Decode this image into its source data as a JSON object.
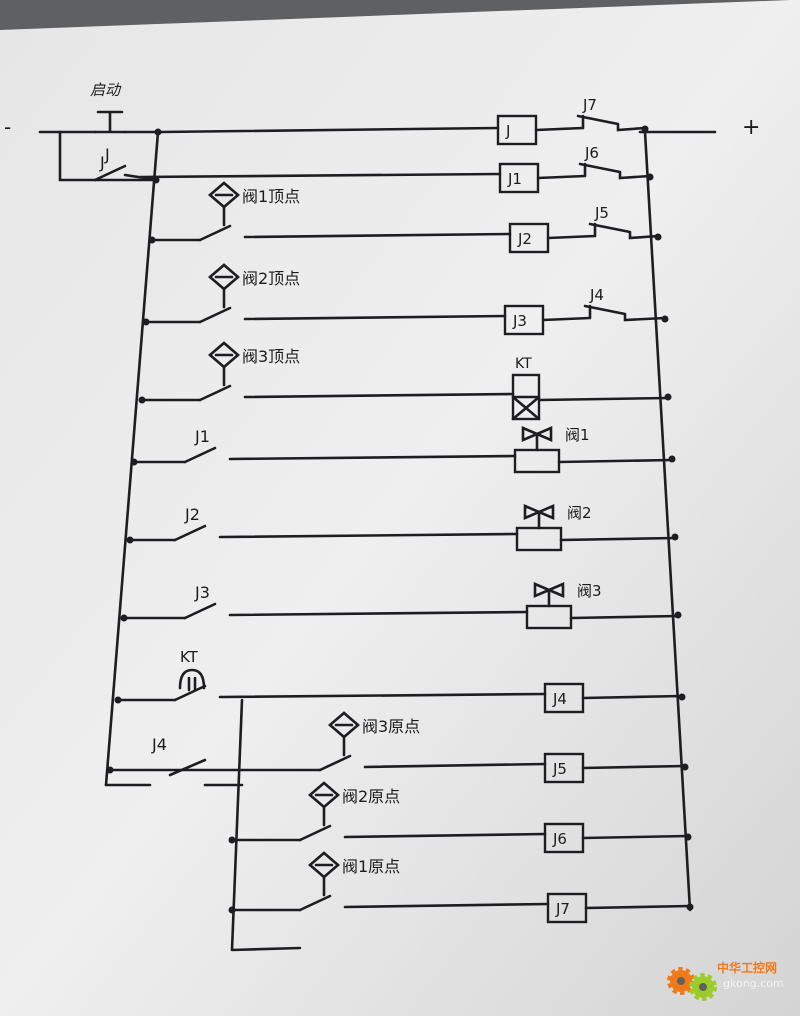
{
  "title": "Hand-drawn relay ladder diagram",
  "power": {
    "minus": "-",
    "plus": "+"
  },
  "start_button": {
    "label": "启动",
    "symbol": "T"
  },
  "seal_contact": "J",
  "rungs": [
    {
      "contact": "启动",
      "coil": "J",
      "nc_contact": "J7"
    },
    {
      "contact": "J",
      "coil": "J1",
      "nc_contact": "J6"
    },
    {
      "contact": "阀1顶点",
      "coil": "J2",
      "nc_contact": "J5"
    },
    {
      "contact": "阀2顶点",
      "coil": "J3",
      "nc_contact": "J4"
    },
    {
      "contact": "阀3顶点",
      "coil": "KT",
      "nc_contact": ""
    },
    {
      "contact": "J1",
      "coil": "阀1",
      "nc_contact": ""
    },
    {
      "contact": "J2",
      "coil": "阀2",
      "nc_contact": ""
    },
    {
      "contact": "J3",
      "coil": "阀3",
      "nc_contact": ""
    },
    {
      "contact": "KT",
      "coil": "J4",
      "nc_contact": ""
    },
    {
      "contact": "阀3原点",
      "coil": "J5",
      "nc_contact": ""
    },
    {
      "contact": "阀2原点",
      "coil": "J6",
      "nc_contact": ""
    },
    {
      "contact": "阀1原点",
      "coil": "J7",
      "nc_contact": ""
    }
  ],
  "seal_contact_j4": "J4",
  "watermark": {
    "cn": "中华工控网",
    "en": "gkong.com"
  },
  "colors": {
    "paper": "#ececec",
    "ink": "#1e1e22",
    "logo_orange": "#f07a1a",
    "logo_green": "#9ccc2a"
  }
}
